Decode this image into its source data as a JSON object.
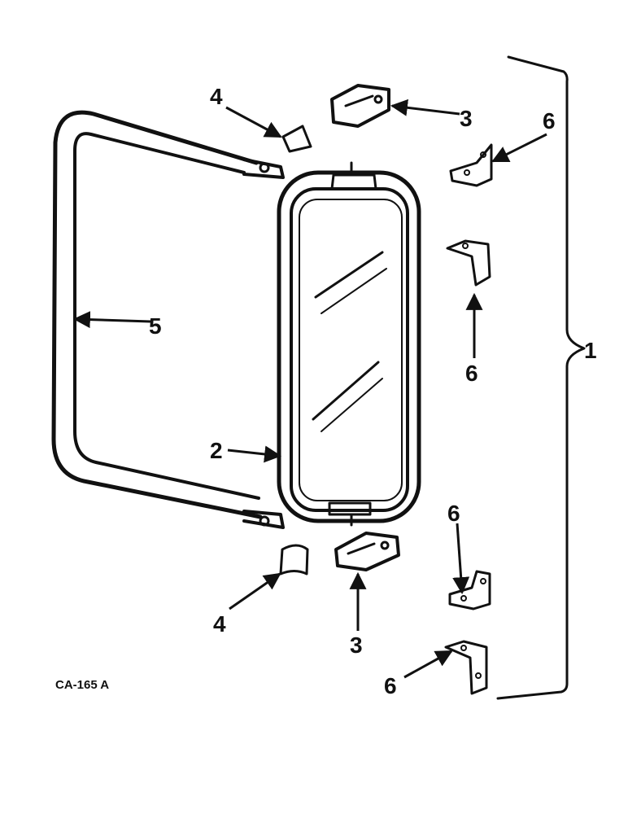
{
  "figure_code": "CA-165 A",
  "callouts": {
    "assembly": "1",
    "mirror_head": "2",
    "clamp_upper": "3",
    "clamp_lower": "3",
    "cap_upper": "4",
    "cap_lower": "4",
    "arm": "5",
    "bracket_1": "6",
    "bracket_2": "6",
    "bracket_3": "6",
    "bracket_4": "6"
  }
}
